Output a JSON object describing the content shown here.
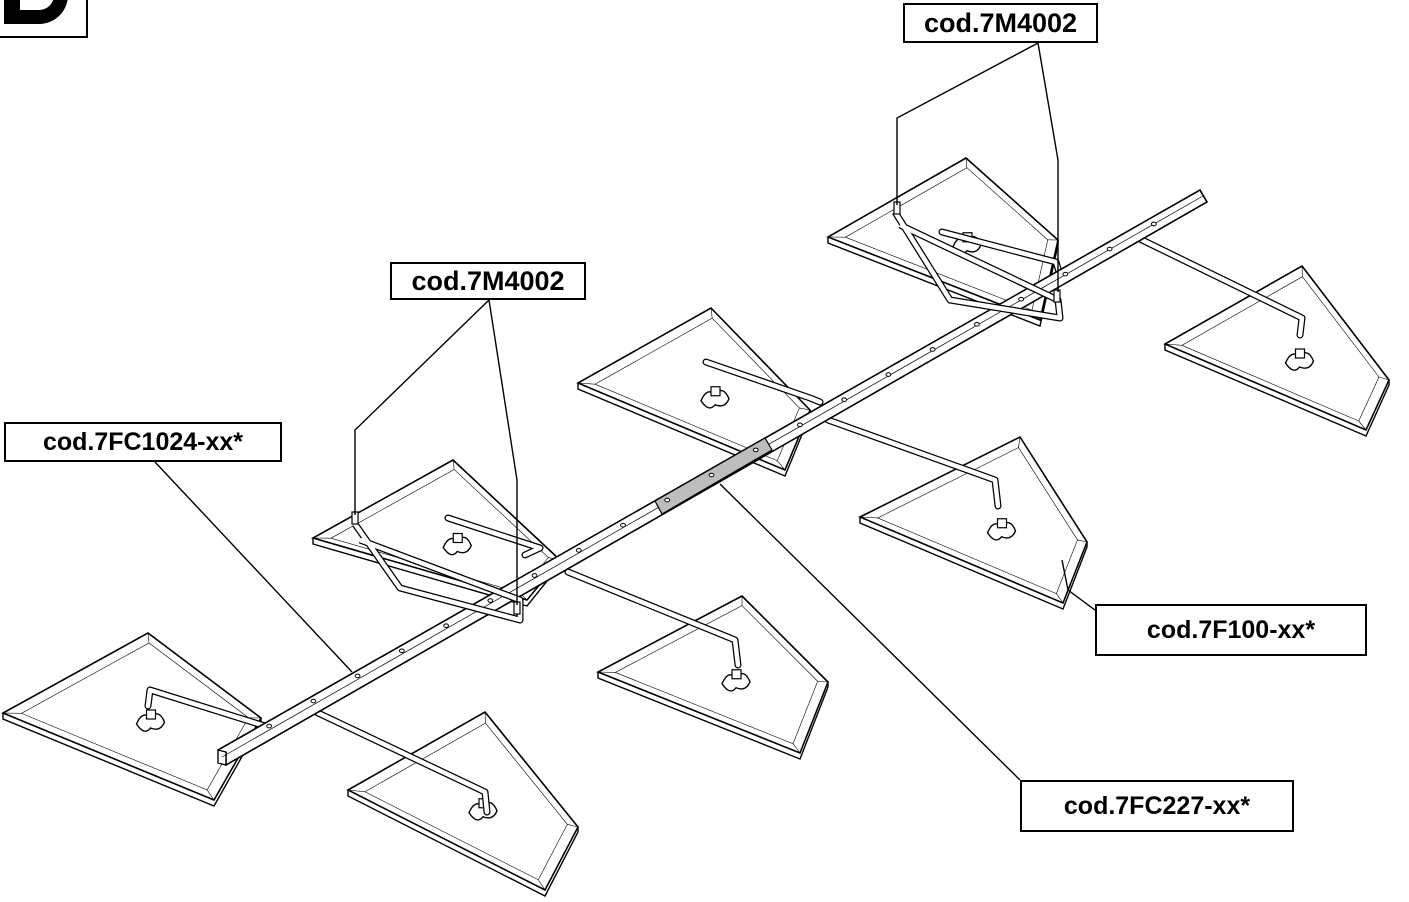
{
  "figure": {
    "section_letter": "B",
    "labels": {
      "rail_upper": "cod.7M4002",
      "rail_lower": "cod.7M4002",
      "beam_main": "cod.7FC1024-xx*",
      "suction_cup": "cod.7F100-xx*",
      "beam_extension": "cod.7FC227-xx*"
    }
  },
  "colors": {
    "line": "#000000",
    "fill": "#ffffff",
    "highlight": "#bdbdbd"
  }
}
